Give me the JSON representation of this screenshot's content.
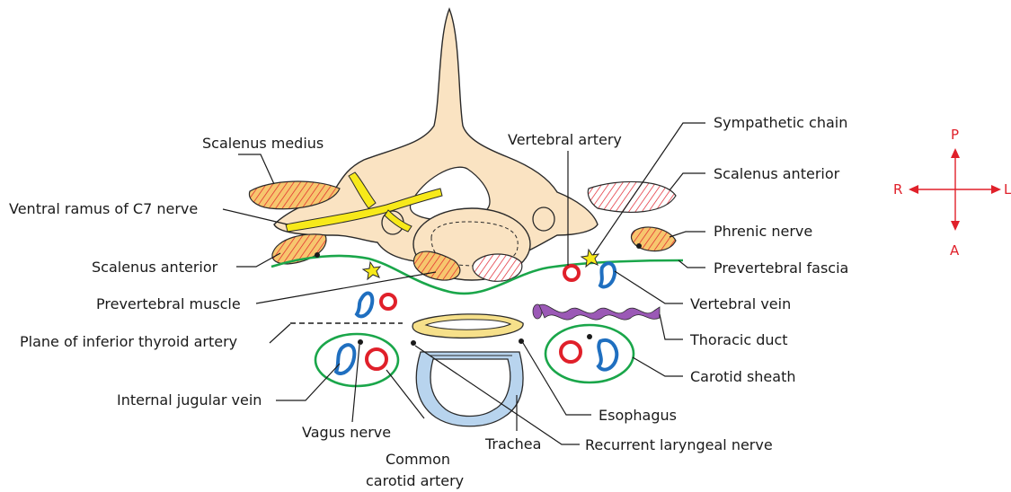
{
  "labels": {
    "scalenus_medius": "Scalenus medius",
    "ventral_ramus": "Ventral ramus of C7 nerve",
    "scalenus_anterior_left": "Scalenus anterior",
    "prevertebral_muscle": "Prevertebral muscle",
    "plane_inferior_thyroid": "Plane of inferior thyroid artery",
    "internal_jugular_vein": "Internal jugular vein",
    "vagus_nerve": "Vagus nerve",
    "common_carotid_line1": "Common",
    "common_carotid_line2": "carotid artery",
    "trachea": "Trachea",
    "vertebral_artery": "Vertebral artery",
    "sympathetic_chain": "Sympathetic chain",
    "scalenus_anterior_right": "Scalenus anterior",
    "phrenic_nerve": "Phrenic nerve",
    "prevertebral_fascia": "Prevertebral fascia",
    "vertebral_vein": "Vertebral vein",
    "thoracic_duct": "Thoracic duct",
    "carotid_sheath": "Carotid sheath",
    "esophagus": "Esophagus",
    "recurrent_laryngeal": "Recurrent laryngeal nerve"
  },
  "compass": {
    "posterior": "P",
    "anterior": "A",
    "right": "R",
    "left": "L"
  },
  "colors": {
    "bone": "#fae3c2",
    "outline": "#2a2a2a",
    "artery": "#e0202a",
    "vein": "#1f6fc0",
    "nerve": "#f7e91a",
    "fascia": "#1aa64a",
    "muscle_fill": "#f7c66e",
    "muscle_stripe": "#e0202a",
    "thoracic_duct": "#9b59b6",
    "trachea": "#b8d4ee",
    "esophagus": "#f6e08a",
    "compass": "#e0202a"
  }
}
